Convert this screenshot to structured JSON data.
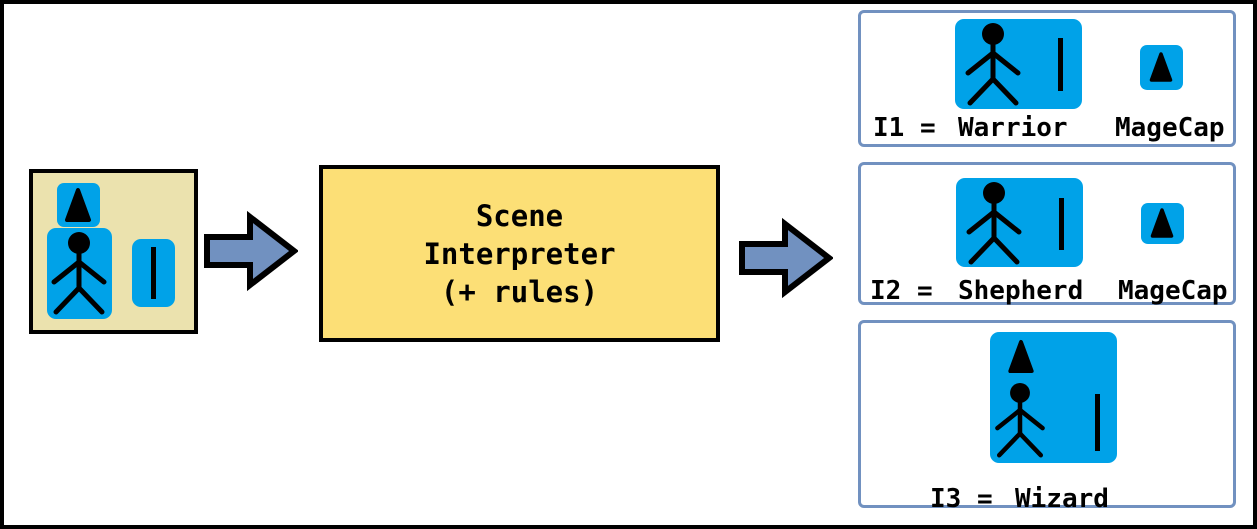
{
  "colors": {
    "object_blue": "#00A2E8",
    "scene_bg": "#EBE2AE",
    "interpreter_bg": "#FCDF76",
    "arrow_fill": "#7191C0",
    "panel_border": "#7191C0",
    "outline": "#000000"
  },
  "scene": {
    "description": "input scene with three objects",
    "objects": [
      {
        "icon": "cone-hat-icon"
      },
      {
        "icon": "stick-figure-icon"
      },
      {
        "icon": "stick-icon"
      }
    ]
  },
  "interpreter": {
    "lines": [
      "Scene",
      "Interpreter",
      "(+ rules)"
    ]
  },
  "arrows": [
    {
      "icon": "block-arrow-right-icon",
      "from": "input-scene",
      "to": "scene-interpreter"
    },
    {
      "icon": "block-arrow-right-icon",
      "from": "scene-interpreter",
      "to": "interpretations"
    }
  ],
  "outputs": [
    {
      "id_label": "I1 =",
      "items": [
        {
          "label": "Warrior",
          "icon": "stick-figure-with-stick-icon"
        },
        {
          "label": "MageCap",
          "icon": "cone-hat-icon"
        }
      ]
    },
    {
      "id_label": "I2 =",
      "items": [
        {
          "label": "Shepherd",
          "icon": "stick-figure-with-stick-icon"
        },
        {
          "label": "MageCap",
          "icon": "cone-hat-icon"
        }
      ]
    },
    {
      "id_label": "I3 =",
      "items": [
        {
          "label": "Wizard",
          "icon": "stick-figure-with-hat-and-stick-icon"
        }
      ]
    }
  ]
}
